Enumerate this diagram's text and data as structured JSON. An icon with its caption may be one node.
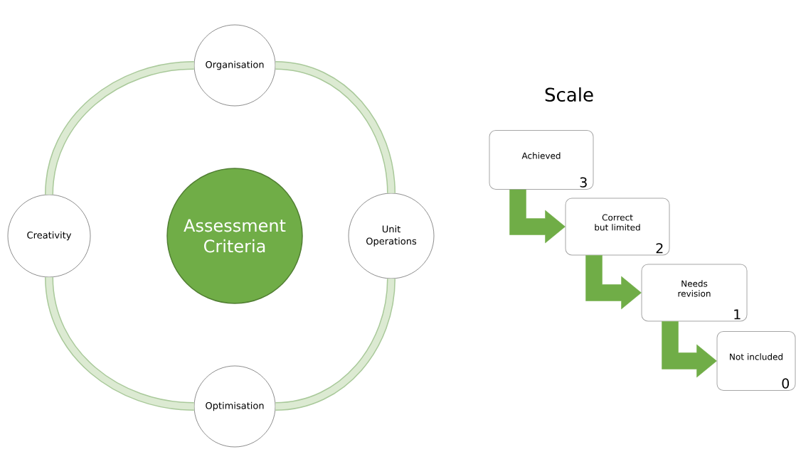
{
  "diagram": {
    "nodes": [
      {
        "text": [
          "Assessment Criteria"
        ]
      },
      {
        "text": [
          "Organisation"
        ]
      },
      {
        "text": [
          "Unit Operations"
        ]
      },
      {
        "text": [
          "Optimisation"
        ]
      },
      {
        "text": [
          "Creativity"
        ]
      },
      {
        "text": [
          "Achieved",
          "3"
        ]
      },
      {
        "text": [
          "Correct but limited",
          "2"
        ]
      },
      {
        "text": [
          "Needs revision",
          "1"
        ]
      },
      {
        "text": [
          "Not included",
          "0"
        ]
      }
    ],
    "edges": [
      {
        "from": 1,
        "to": 2,
        "arrow": "none"
      },
      {
        "from": 2,
        "to": 3,
        "arrow": "none"
      },
      {
        "from": 3,
        "to": 4,
        "arrow": "none"
      },
      {
        "from": 4,
        "to": 1,
        "arrow": "none"
      },
      {
        "from": 5,
        "to": 6,
        "arrow": "to",
        "style": "thick",
        "color": "#70ad47"
      },
      {
        "from": 6,
        "to": 7,
        "arrow": "to",
        "style": "thick",
        "color": "#70ad47"
      },
      {
        "from": 7,
        "to": 8,
        "arrow": "to",
        "style": "thick",
        "color": "#70ad47"
      }
    ],
    "labels": [
      "Scale"
    ]
  }
}
